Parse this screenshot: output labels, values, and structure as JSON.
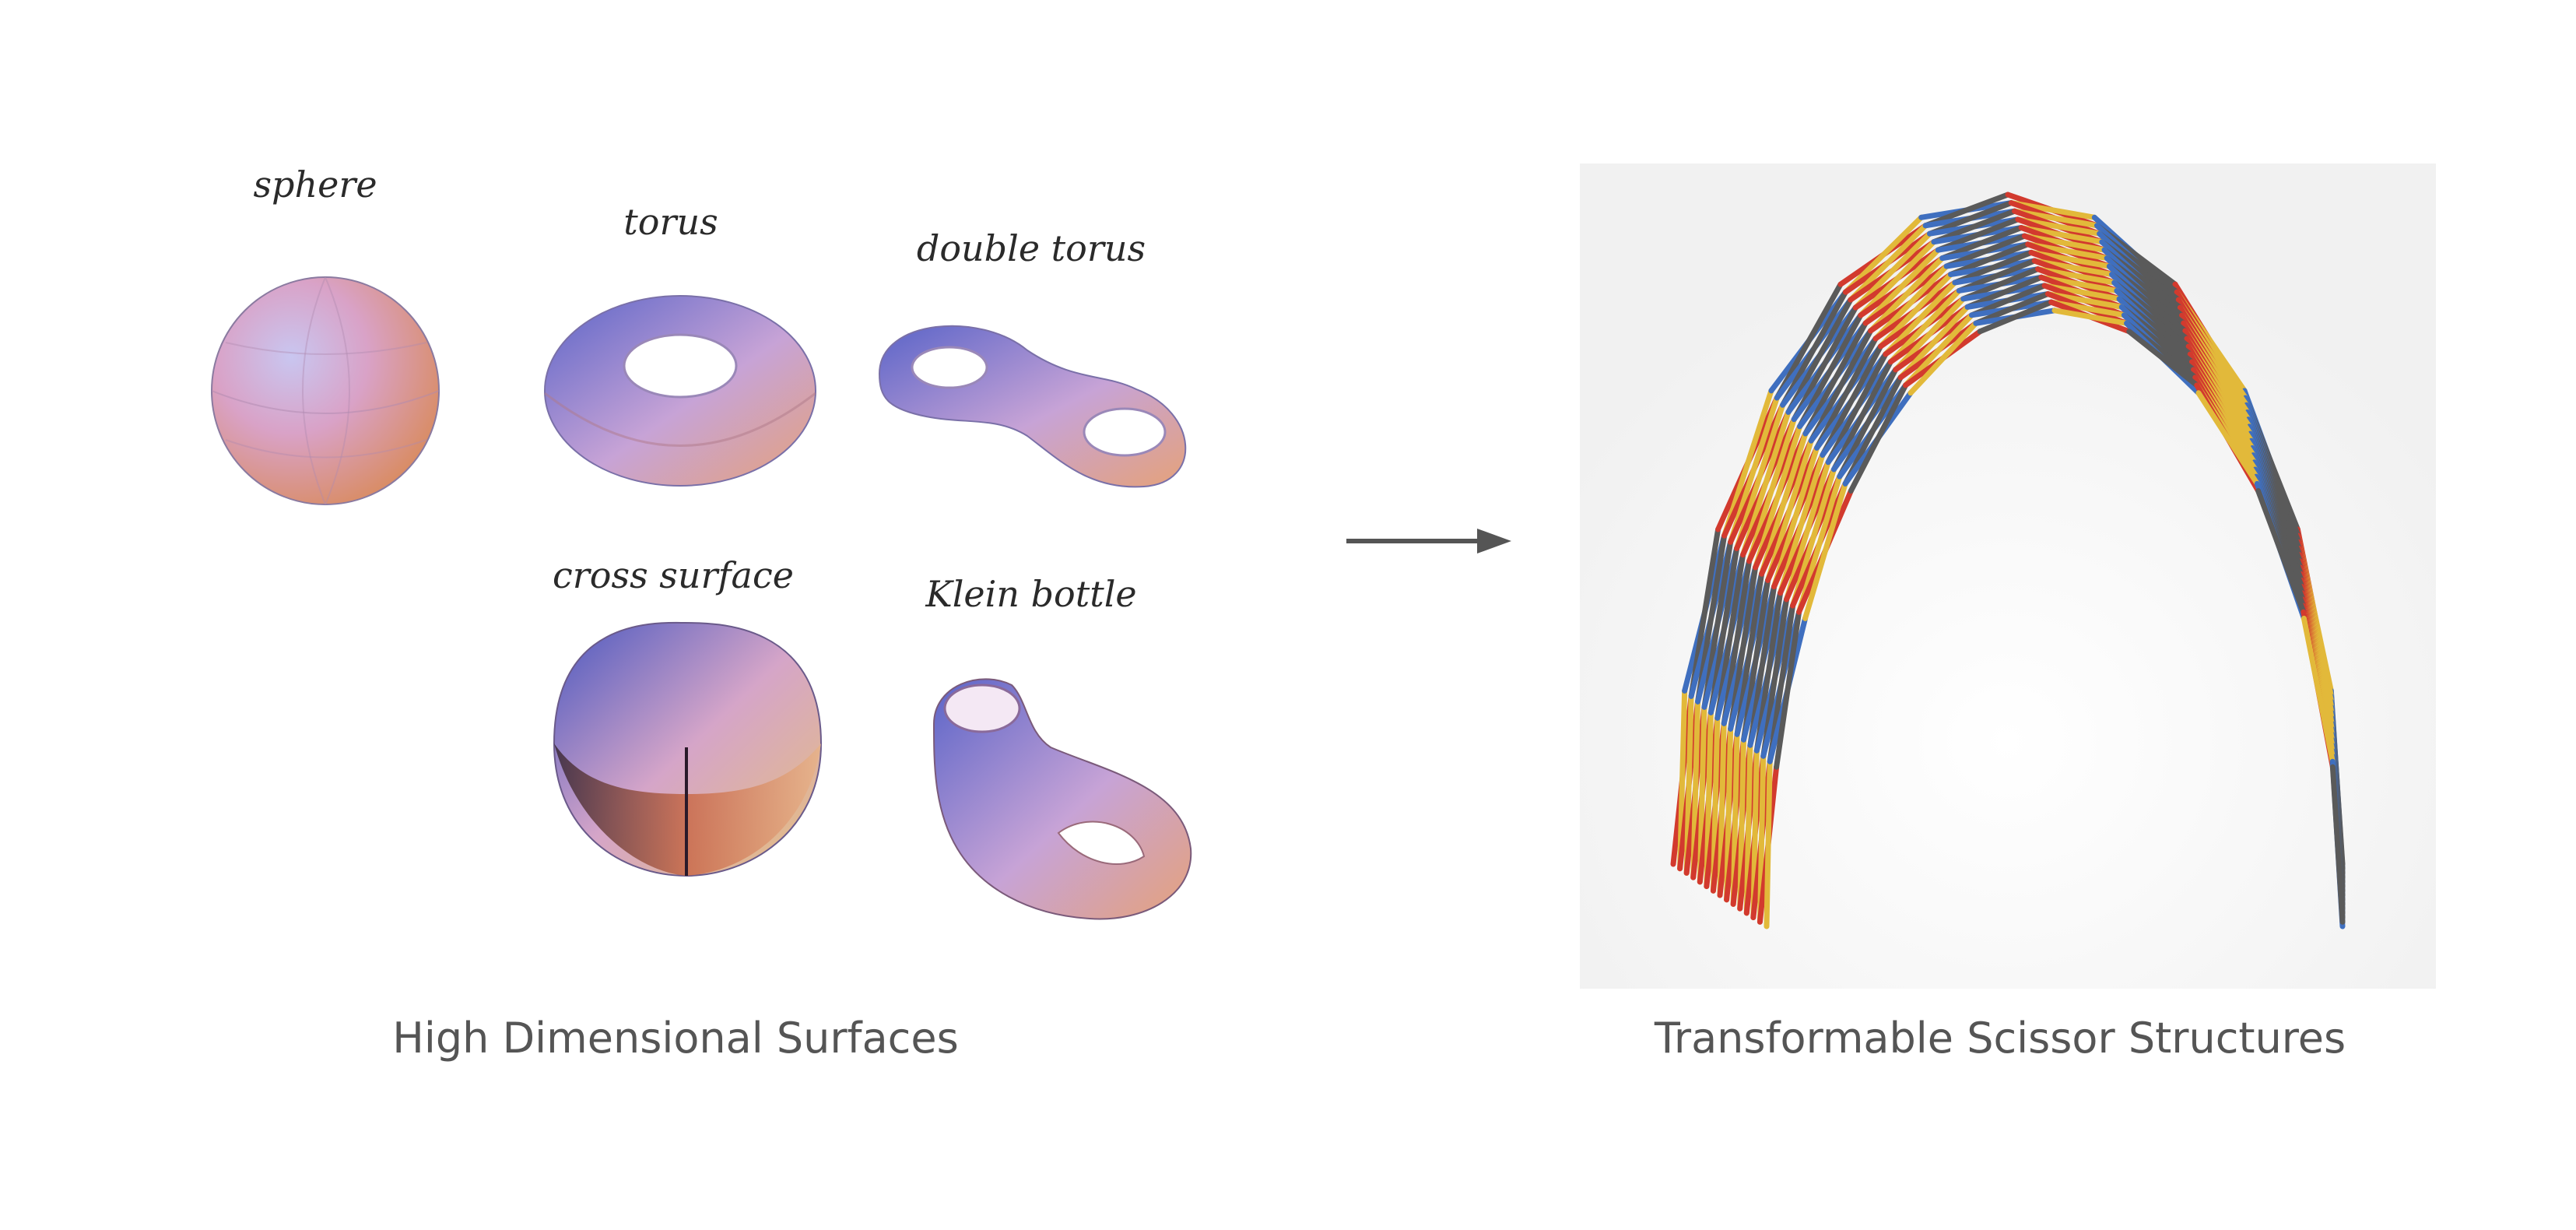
{
  "surfaces": {
    "sphere": "sphere",
    "torus": "torus",
    "double_torus": "double torus",
    "cross_surface": "cross surface",
    "klein_bottle": "Klein bottle"
  },
  "captions": {
    "left": "High Dimensional Surfaces",
    "right": "Transformable Scissor Structures"
  },
  "colors": {
    "shade_blue": "#5a64c8",
    "shade_pink": "#d9a2c7",
    "shade_orange": "#d98a5a",
    "strut_red": "#d23a2e",
    "strut_yellow": "#e2b93a",
    "strut_blue": "#3f6fbf",
    "strut_gray": "#5a5a5a",
    "arrow": "#555555"
  },
  "icons": {
    "arrow": "arrow-right-icon"
  }
}
